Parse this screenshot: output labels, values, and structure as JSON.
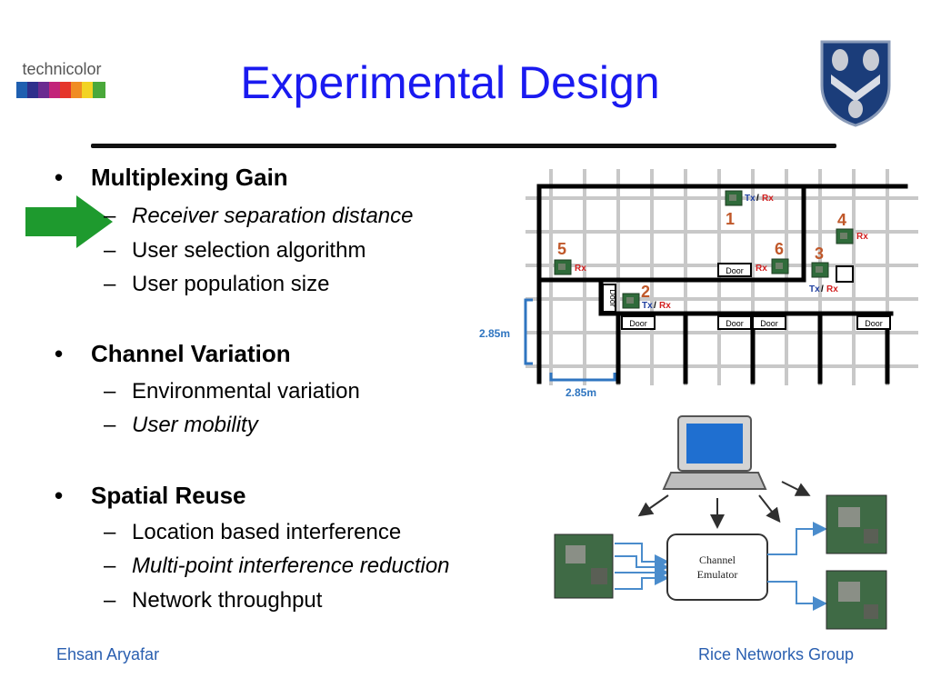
{
  "slide": {
    "title": "Experimental Design",
    "logo_text": "technicolor",
    "sections": [
      {
        "heading": "Multiplexing Gain",
        "items": [
          {
            "text": "Receiver separation distance",
            "italic": true
          },
          {
            "text": "User selection algorithm",
            "italic": false
          },
          {
            "text": "User population size",
            "italic": false
          }
        ]
      },
      {
        "heading": "Channel Variation",
        "items": [
          {
            "text": "Environmental variation",
            "italic": false
          },
          {
            "text": "User mobility",
            "italic": true
          }
        ]
      },
      {
        "heading": "Spatial Reuse",
        "items": [
          {
            "text": "Location based interference",
            "italic": false
          },
          {
            "text": "Multi-point interference reduction",
            "italic": true
          },
          {
            "text": "Network throughput",
            "italic": false
          }
        ]
      }
    ],
    "bullet_glyph": "•",
    "dash_glyph": "–",
    "footer_left": "Ehsan Aryafar",
    "footer_right": "Rice Networks Group"
  },
  "floorplan": {
    "node_numbers": [
      "1",
      "2",
      "3",
      "4",
      "5",
      "6"
    ],
    "tx": "Tx",
    "slash": "/",
    "rx": "Rx",
    "door": "Door",
    "dim_vertical": "2.85m",
    "dim_horizontal": "2.85m"
  },
  "emulator": {
    "label_line1": "Channel",
    "label_line2": "Emulator"
  },
  "colors": {
    "title": "#1a1af0",
    "footer": "#2a5fb0",
    "arrow": "#1e9a2e",
    "node_number": "#c0582a",
    "rx_text": "#d22020",
    "tx_text": "#1f3f9f",
    "dimension": "#2f75c0",
    "grid": "#c8c8c8"
  }
}
